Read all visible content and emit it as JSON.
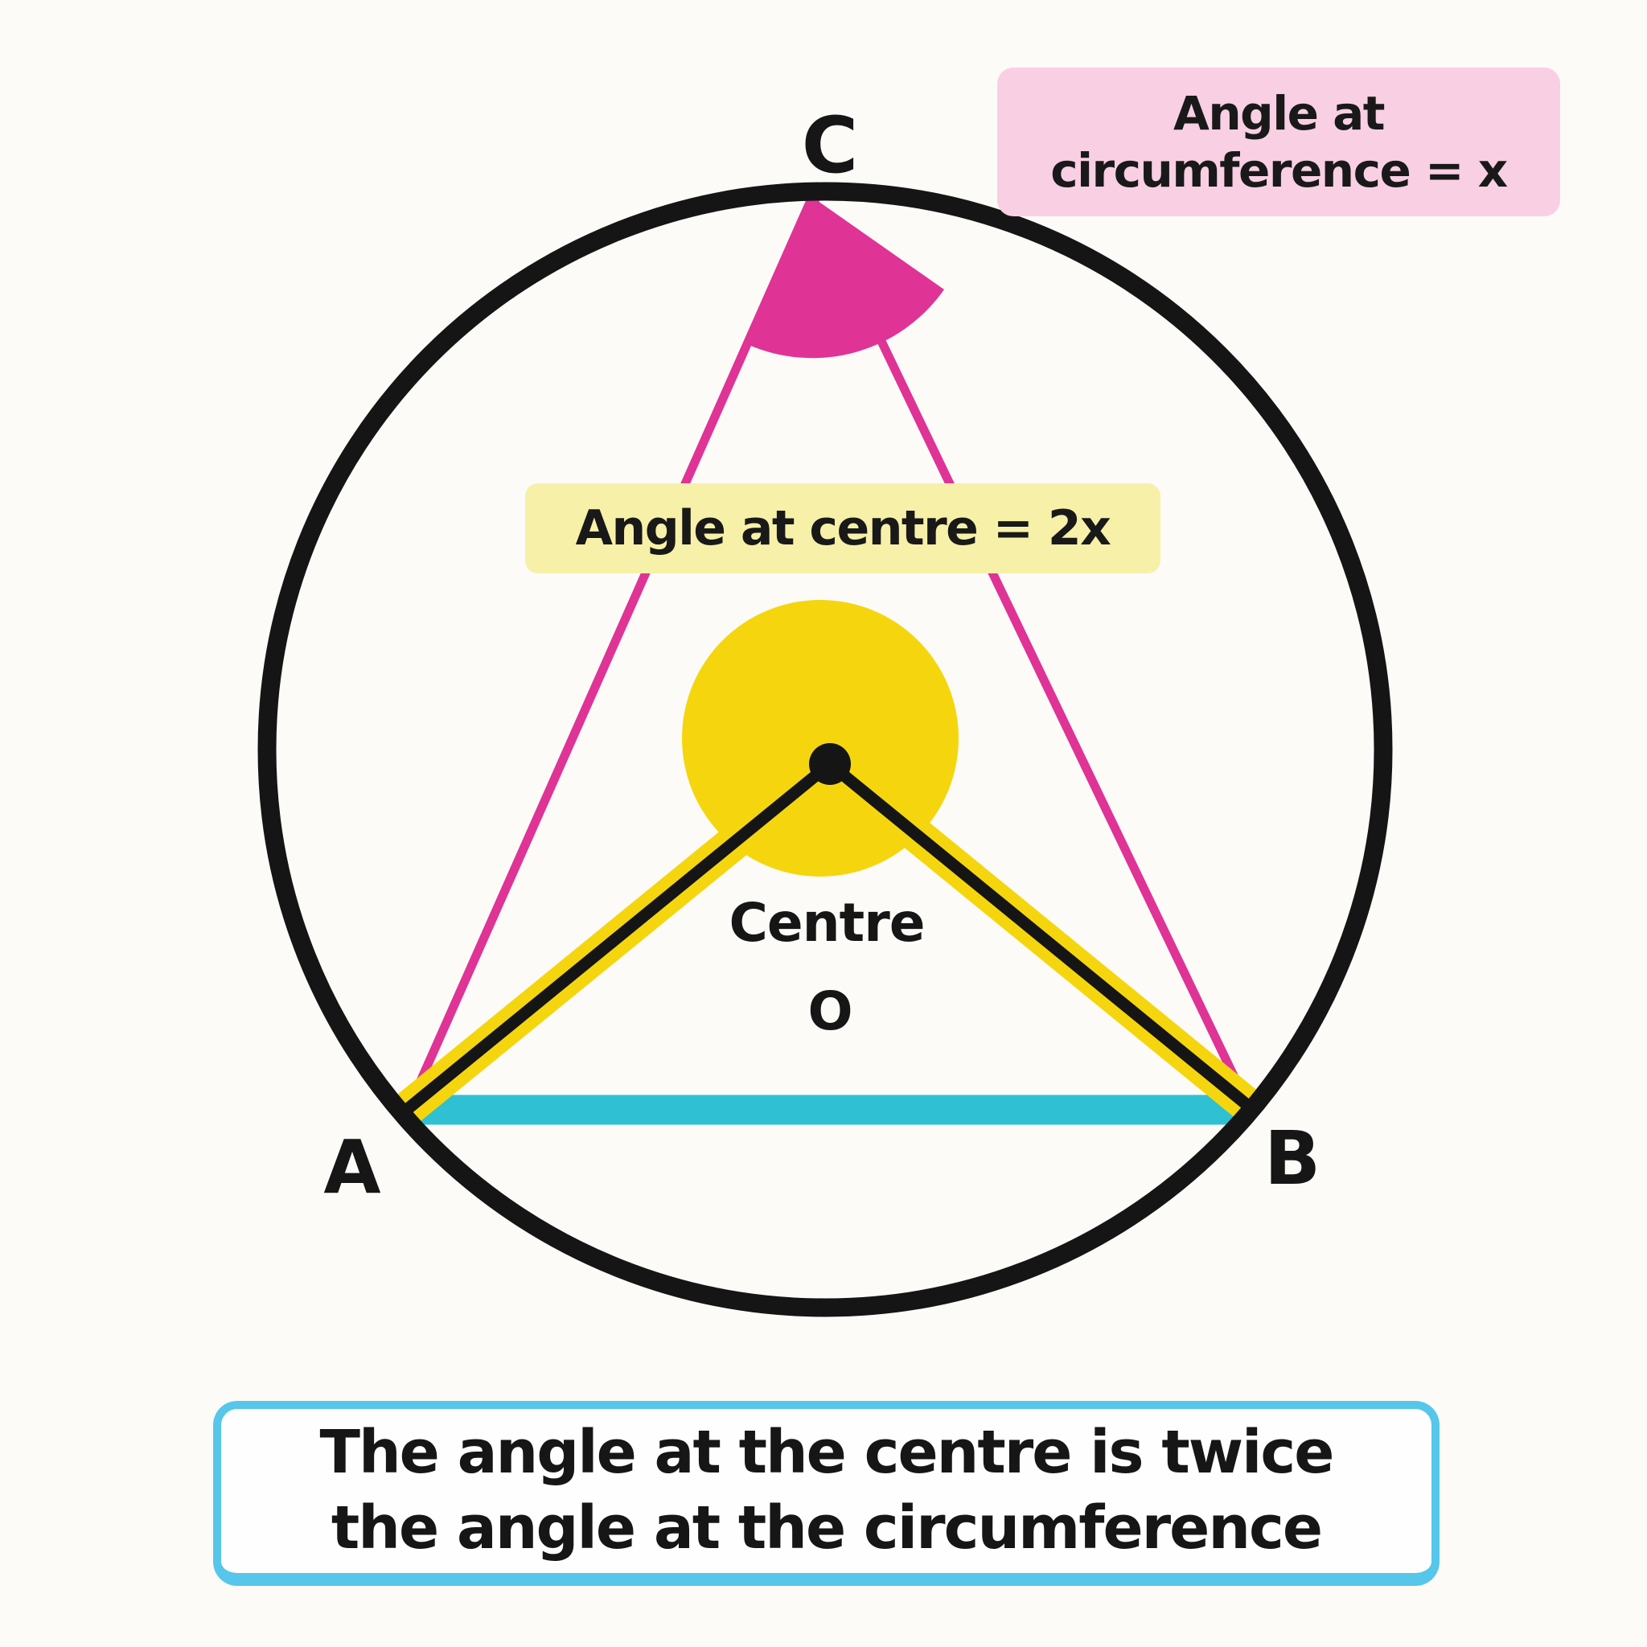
{
  "figure": {
    "background": "#fcfbf8",
    "labels": {
      "point_c": "C",
      "point_a": "A",
      "point_b": "B",
      "centre_word": "Centre",
      "centre_letter": "O"
    },
    "callout_circumference": {
      "line1": "Angle at",
      "line2": "circumference = x",
      "bg_color": "#f9cfe3"
    },
    "callout_centre": {
      "text": "Angle at centre = 2x",
      "bg_color": "#f7f0a8"
    },
    "caption": {
      "line1": "The angle at the centre is twice",
      "line2": "the angle at the circumference",
      "border_color": "#56c6ea"
    },
    "colors": {
      "circle_stroke": "#151515",
      "magenta": "#df3396",
      "yellow": "#f5d60e",
      "cyan": "#2fc0d3",
      "dot_black": "#151515"
    }
  }
}
